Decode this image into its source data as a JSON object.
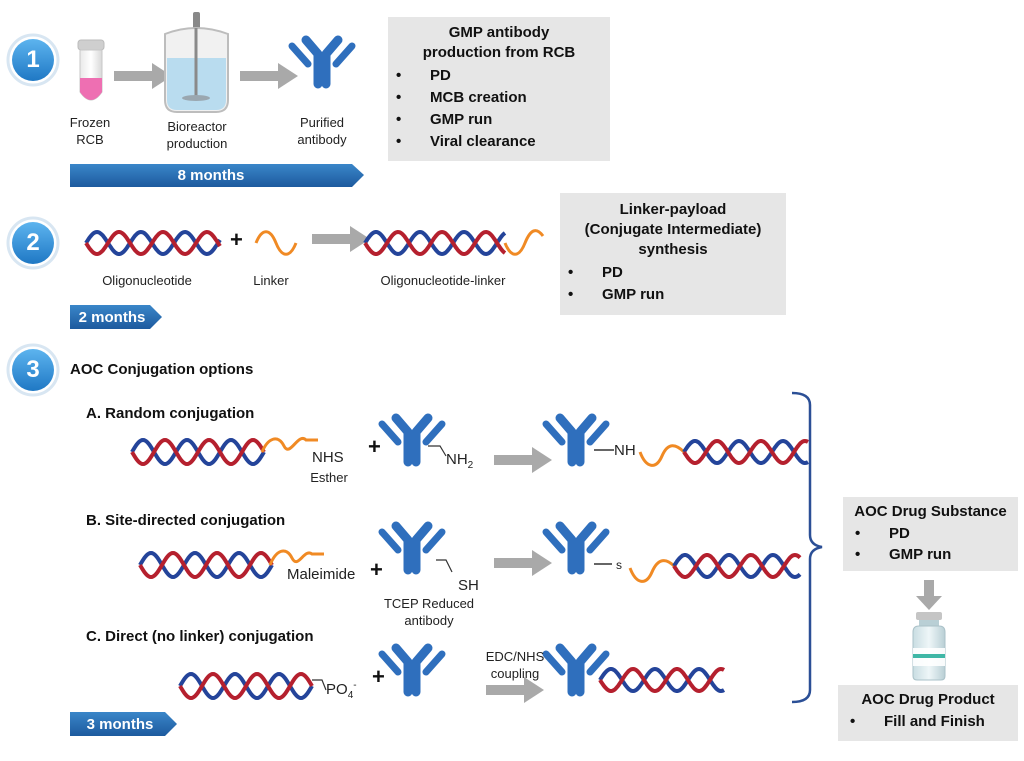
{
  "steps": [
    {
      "number": "1"
    },
    {
      "number": "2"
    },
    {
      "number": "3"
    }
  ],
  "step1": {
    "labels": {
      "frozen_rcb": "Frozen RCB",
      "bioreactor": "Bioreactor production",
      "purified": "Purified antibody"
    },
    "timeline": "8 months",
    "box": {
      "title": "GMP antibody production from RCB",
      "items": [
        "PD",
        "MCB creation",
        "GMP run",
        "Viral clearance"
      ]
    }
  },
  "step2": {
    "labels": {
      "oligo": "Oligonucleotide",
      "linker": "Linker",
      "oligo_linker": "Oligonucleotide-linker",
      "plus": "+"
    },
    "timeline": "2 months",
    "box": {
      "title": "Linker-payload (Conjugate Intermediate) synthesis",
      "items": [
        "PD",
        "GMP run"
      ]
    }
  },
  "step3": {
    "heading": "AOC Conjugation options",
    "timeline": "3 months",
    "options": [
      {
        "title": "A. Random conjugation",
        "reagent": "NHS",
        "reagent_sub": "Esther",
        "antibody_group": "NH",
        "antibody_group_sub": "2",
        "product_group": "NH",
        "plus": "+"
      },
      {
        "title": "B. Site-directed conjugation",
        "reagent": "Maleimide",
        "antibody_group": "SH",
        "antibody_caption": "TCEP Reduced antibody",
        "product_group": "s",
        "plus": "+"
      },
      {
        "title": "C. Direct (no linker) conjugation",
        "reagent": "PO",
        "reagent_sub": "4",
        "reagent_sup": "-",
        "coupling": "EDC/NHS coupling",
        "plus": "+"
      }
    ],
    "drug_substance": {
      "title": "AOC Drug Substance",
      "items": [
        "PD",
        "GMP run"
      ]
    },
    "drug_product": {
      "title": "AOC Drug Product",
      "items": [
        "Fill and Finish"
      ]
    },
    "bullet": "•"
  },
  "colors": {
    "circle_blue": "#2e8fd6",
    "antibody_blue": "#2f6fbd",
    "dna_red": "#b5202e",
    "dna_blue": "#24449a",
    "linker_orange": "#f08a24",
    "arrow_gray": "#a9a9a9",
    "timeline_blue": "#2d6bb0",
    "box_gray": "#e6e6e6",
    "bracket_blue": "#2b4f96",
    "tube_pink": "#ee6fb2"
  }
}
